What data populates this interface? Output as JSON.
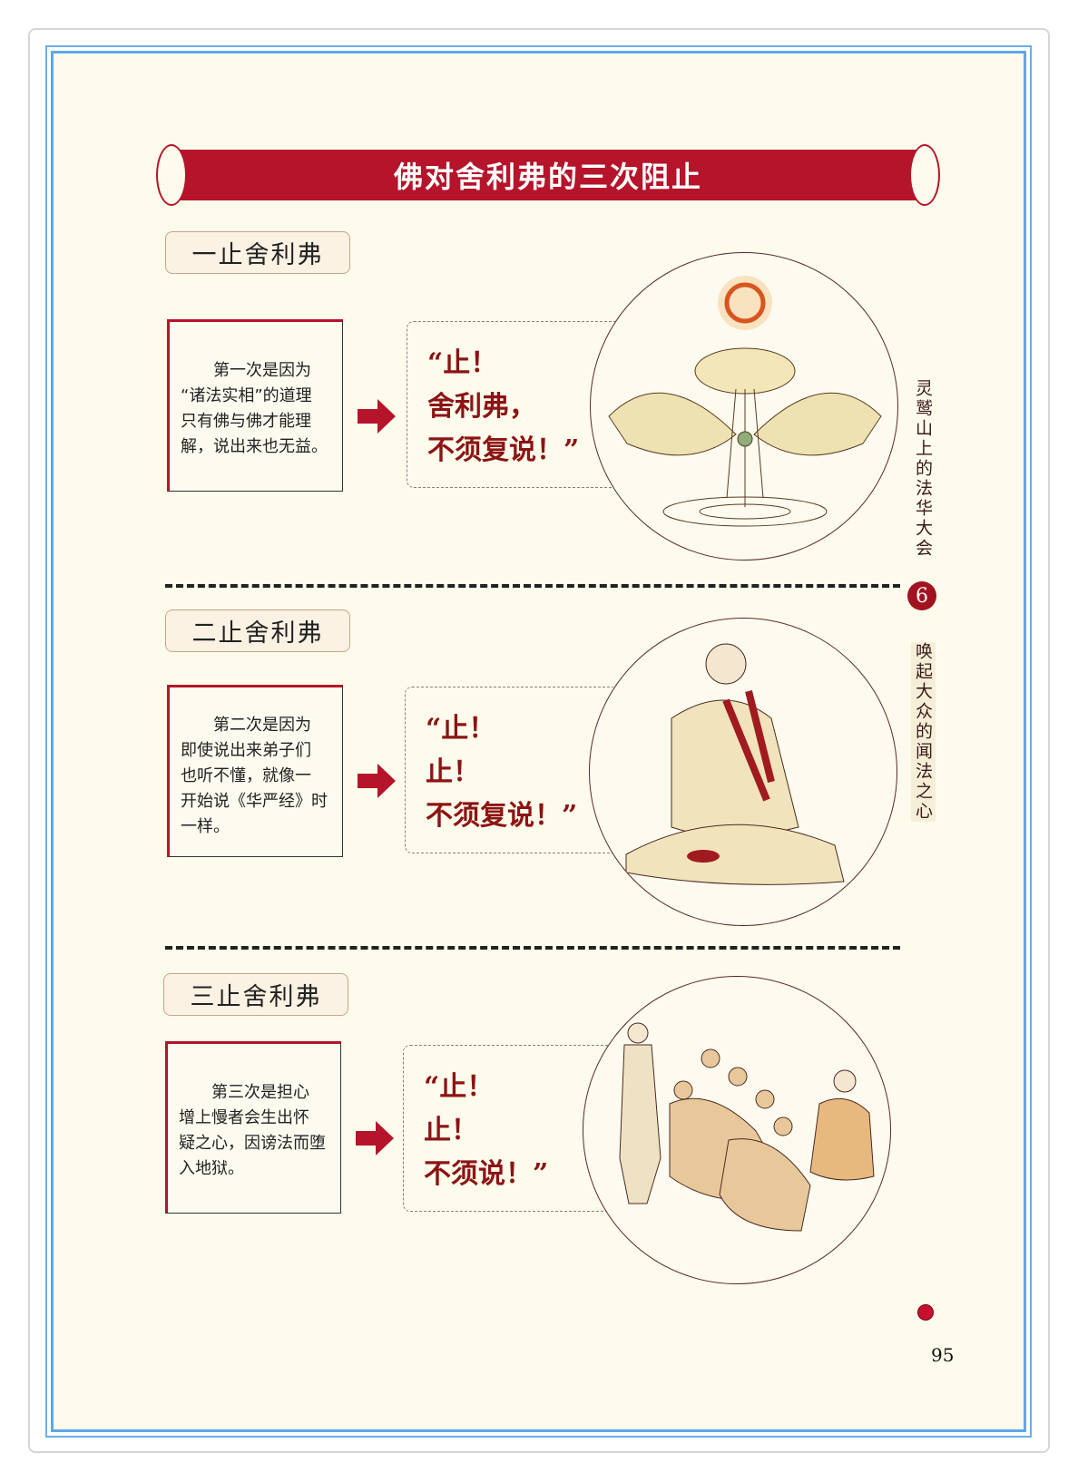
{
  "title": "佛对舍利弗的三次阻止",
  "sections": [
    {
      "label": "一止舍利弗",
      "explanation": [
        "第一次是因为",
        "“诸法实相”的道理",
        "只有佛与佛才能理",
        "解，说出来也无益。"
      ],
      "quote": [
        "“止！",
        "舍利弗，",
        "不须复说！”"
      ]
    },
    {
      "label": "二止舍利弗",
      "explanation": [
        "第二次是因为",
        "即使说出来弟子们",
        "也听不懂，就像一",
        "开始说《华严经》时",
        "一样。"
      ],
      "quote": [
        "“止！",
        "止！",
        "不须复说！”"
      ]
    },
    {
      "label": "三止舍利弗",
      "explanation": [
        "第三次是担心",
        "增上慢者会生出怀",
        "疑之心，因谤法而堕",
        "入地狱。"
      ],
      "quote": [
        "“止！",
        "止！",
        "不须说！”"
      ]
    }
  ],
  "side": {
    "book_title": "灵鹫山上的法华大会",
    "chapter_number": "6",
    "chapter_title": "唤起大众的闻法之心"
  },
  "page_number": "95",
  "colors": {
    "accent": "#b5142a",
    "paper": "#fdfbec",
    "frame": "#5ea8ea"
  }
}
